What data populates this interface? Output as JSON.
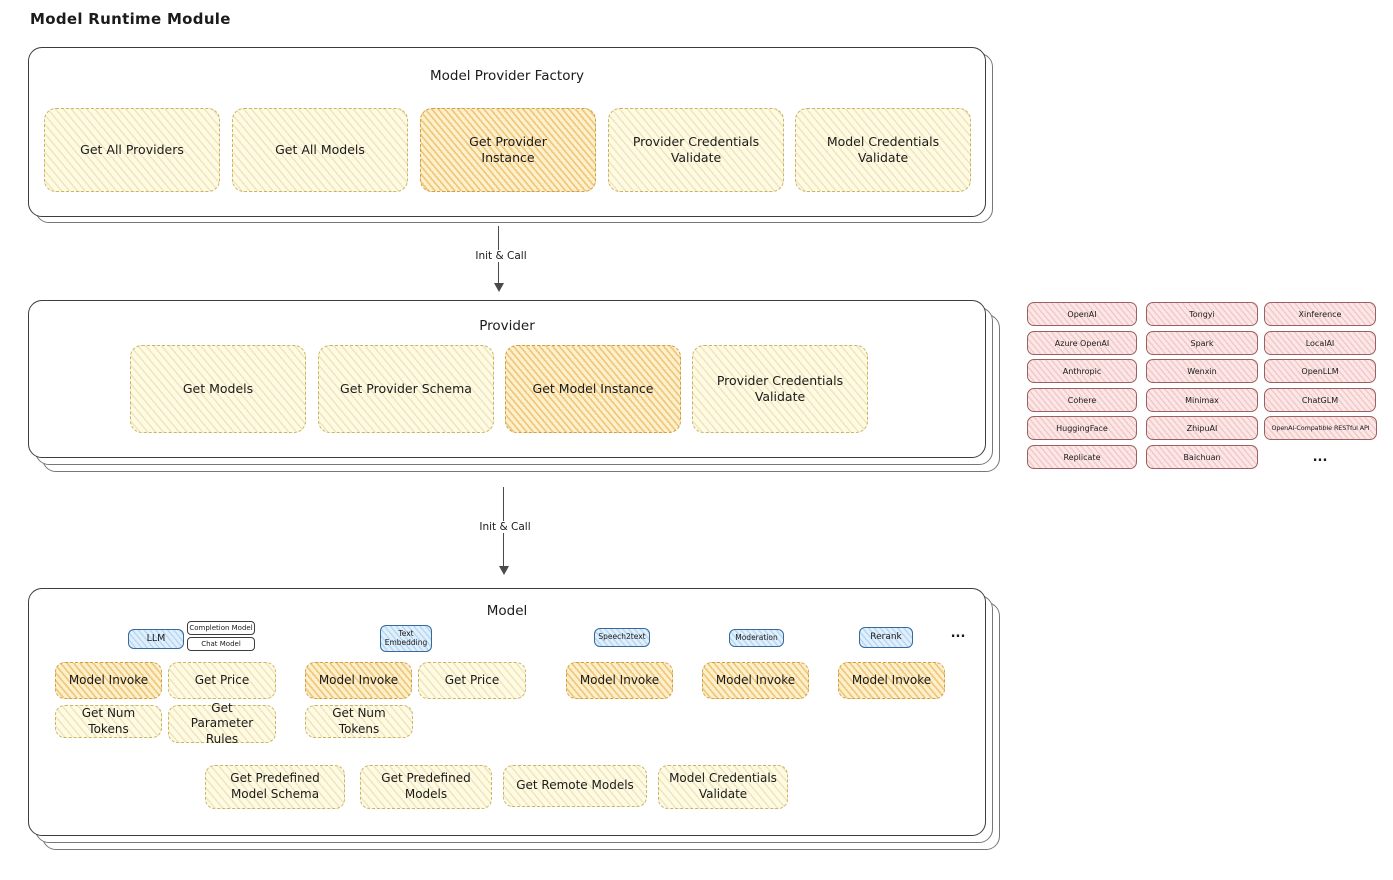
{
  "title": "Model Runtime Module",
  "colors": {
    "yellow_fill": "#fefae3",
    "orange_fill": "#fdf0cd",
    "blue_fill": "#e0effc",
    "pink_fill": "#fce6e6"
  },
  "factory": {
    "title": "Model Provider Factory",
    "items": [
      {
        "label": "Get All Providers"
      },
      {
        "label": "Get All Models"
      },
      {
        "label": "Get Provider Instance"
      },
      {
        "label": "Provider Credentials Validate"
      },
      {
        "label": "Model Credentials Validate"
      }
    ]
  },
  "arrow1": {
    "label": "Init & Call"
  },
  "provider": {
    "title": "Provider",
    "items": [
      {
        "label": "Get Models"
      },
      {
        "label": "Get Provider Schema"
      },
      {
        "label": "Get Model Instance"
      },
      {
        "label": "Provider Credentials Validate"
      }
    ]
  },
  "arrow2": {
    "label": "Init & Call"
  },
  "model": {
    "title": "Model",
    "tabs": {
      "llm": "LLM",
      "completion": "Completion Model",
      "chat": "Chat Model",
      "text_embedding": "Text Embedding",
      "speech2text": "Speech2text",
      "moderation": "Moderation",
      "rerank": "Rerank",
      "more": "..."
    },
    "ops": {
      "model_invoke": "Model Invoke",
      "get_price": "Get Price",
      "get_num_tokens": "Get Num Tokens",
      "get_parameter_rules": "Get Parameter Rules",
      "get_predefined_model_schema": "Get Predefined Model Schema",
      "get_predefined_models": "Get Predefined Models",
      "get_remote_models": "Get Remote Models",
      "model_credentials_validate": "Model Credentials Validate"
    }
  },
  "providers": {
    "col1": [
      "OpenAI",
      "Azure OpenAI",
      "Anthropic",
      "Cohere",
      "HuggingFace",
      "Replicate"
    ],
    "col2": [
      "Tongyi",
      "Spark",
      "Wenxin",
      "Minimax",
      "ZhipuAI",
      "Baichuan"
    ],
    "col3": [
      "Xinference",
      "LocalAI",
      "OpenLLM",
      "ChatGLM",
      "OpenAI-Compatible RESTful API",
      "..."
    ]
  }
}
